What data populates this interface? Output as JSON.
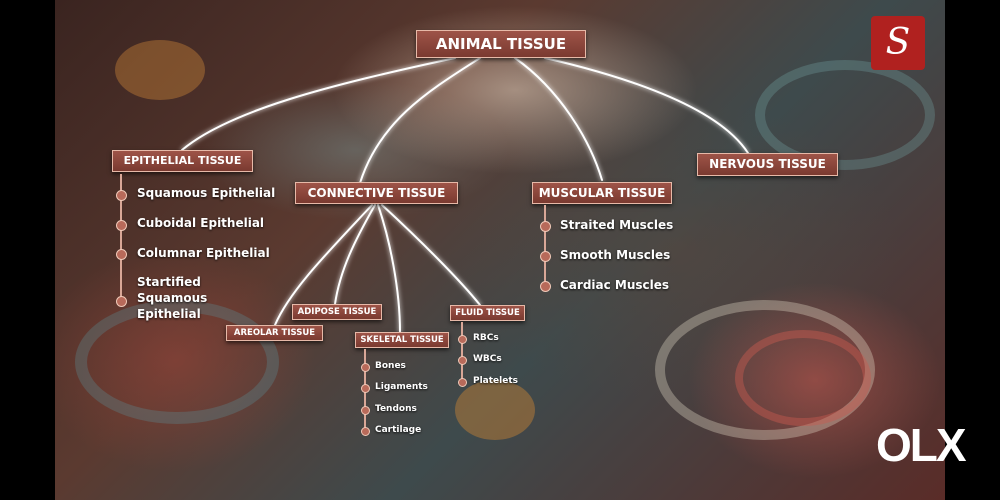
{
  "root": {
    "label": "ANIMAL TISSUE"
  },
  "branches": {
    "epithelial": {
      "label": "EPITHELIAL TISSUE",
      "items": [
        "Squamous Epithelial",
        "Cuboidal Epithelial",
        "Columnar Epithelial",
        "Startified",
        "Squamous",
        "Epithelial"
      ]
    },
    "connective": {
      "label": "CONNECTIVE TISSUE",
      "sub": {
        "areolar": "AREOLAR TISSUE",
        "adipose": "ADIPOSE TISSUE",
        "skeletal": {
          "label": "SKELETAL TISSUE",
          "items": [
            "Bones",
            "Ligaments",
            "Tendons",
            "Cartilage"
          ]
        },
        "fluid": {
          "label": "FLUID TISSUE",
          "items": [
            "RBCs",
            "WBCs",
            "Platelets"
          ]
        }
      }
    },
    "muscular": {
      "label": "MUSCULAR TISSUE",
      "items": [
        "Straited Muscles",
        "Smooth Muscles",
        "Cardiac Muscles"
      ]
    },
    "nervous": {
      "label": "NERVOUS TISSUE"
    }
  },
  "logo": {
    "letter": "S",
    "icon": "s-brand-icon",
    "color": "#b0211f"
  },
  "watermark": {
    "text": "OLX",
    "icon": "olx-watermark-icon"
  },
  "colors": {
    "box": "#8c463c",
    "box_border": "#e7b9a8",
    "line_glow": "#ffffff",
    "bullet": "#b86a5a"
  }
}
